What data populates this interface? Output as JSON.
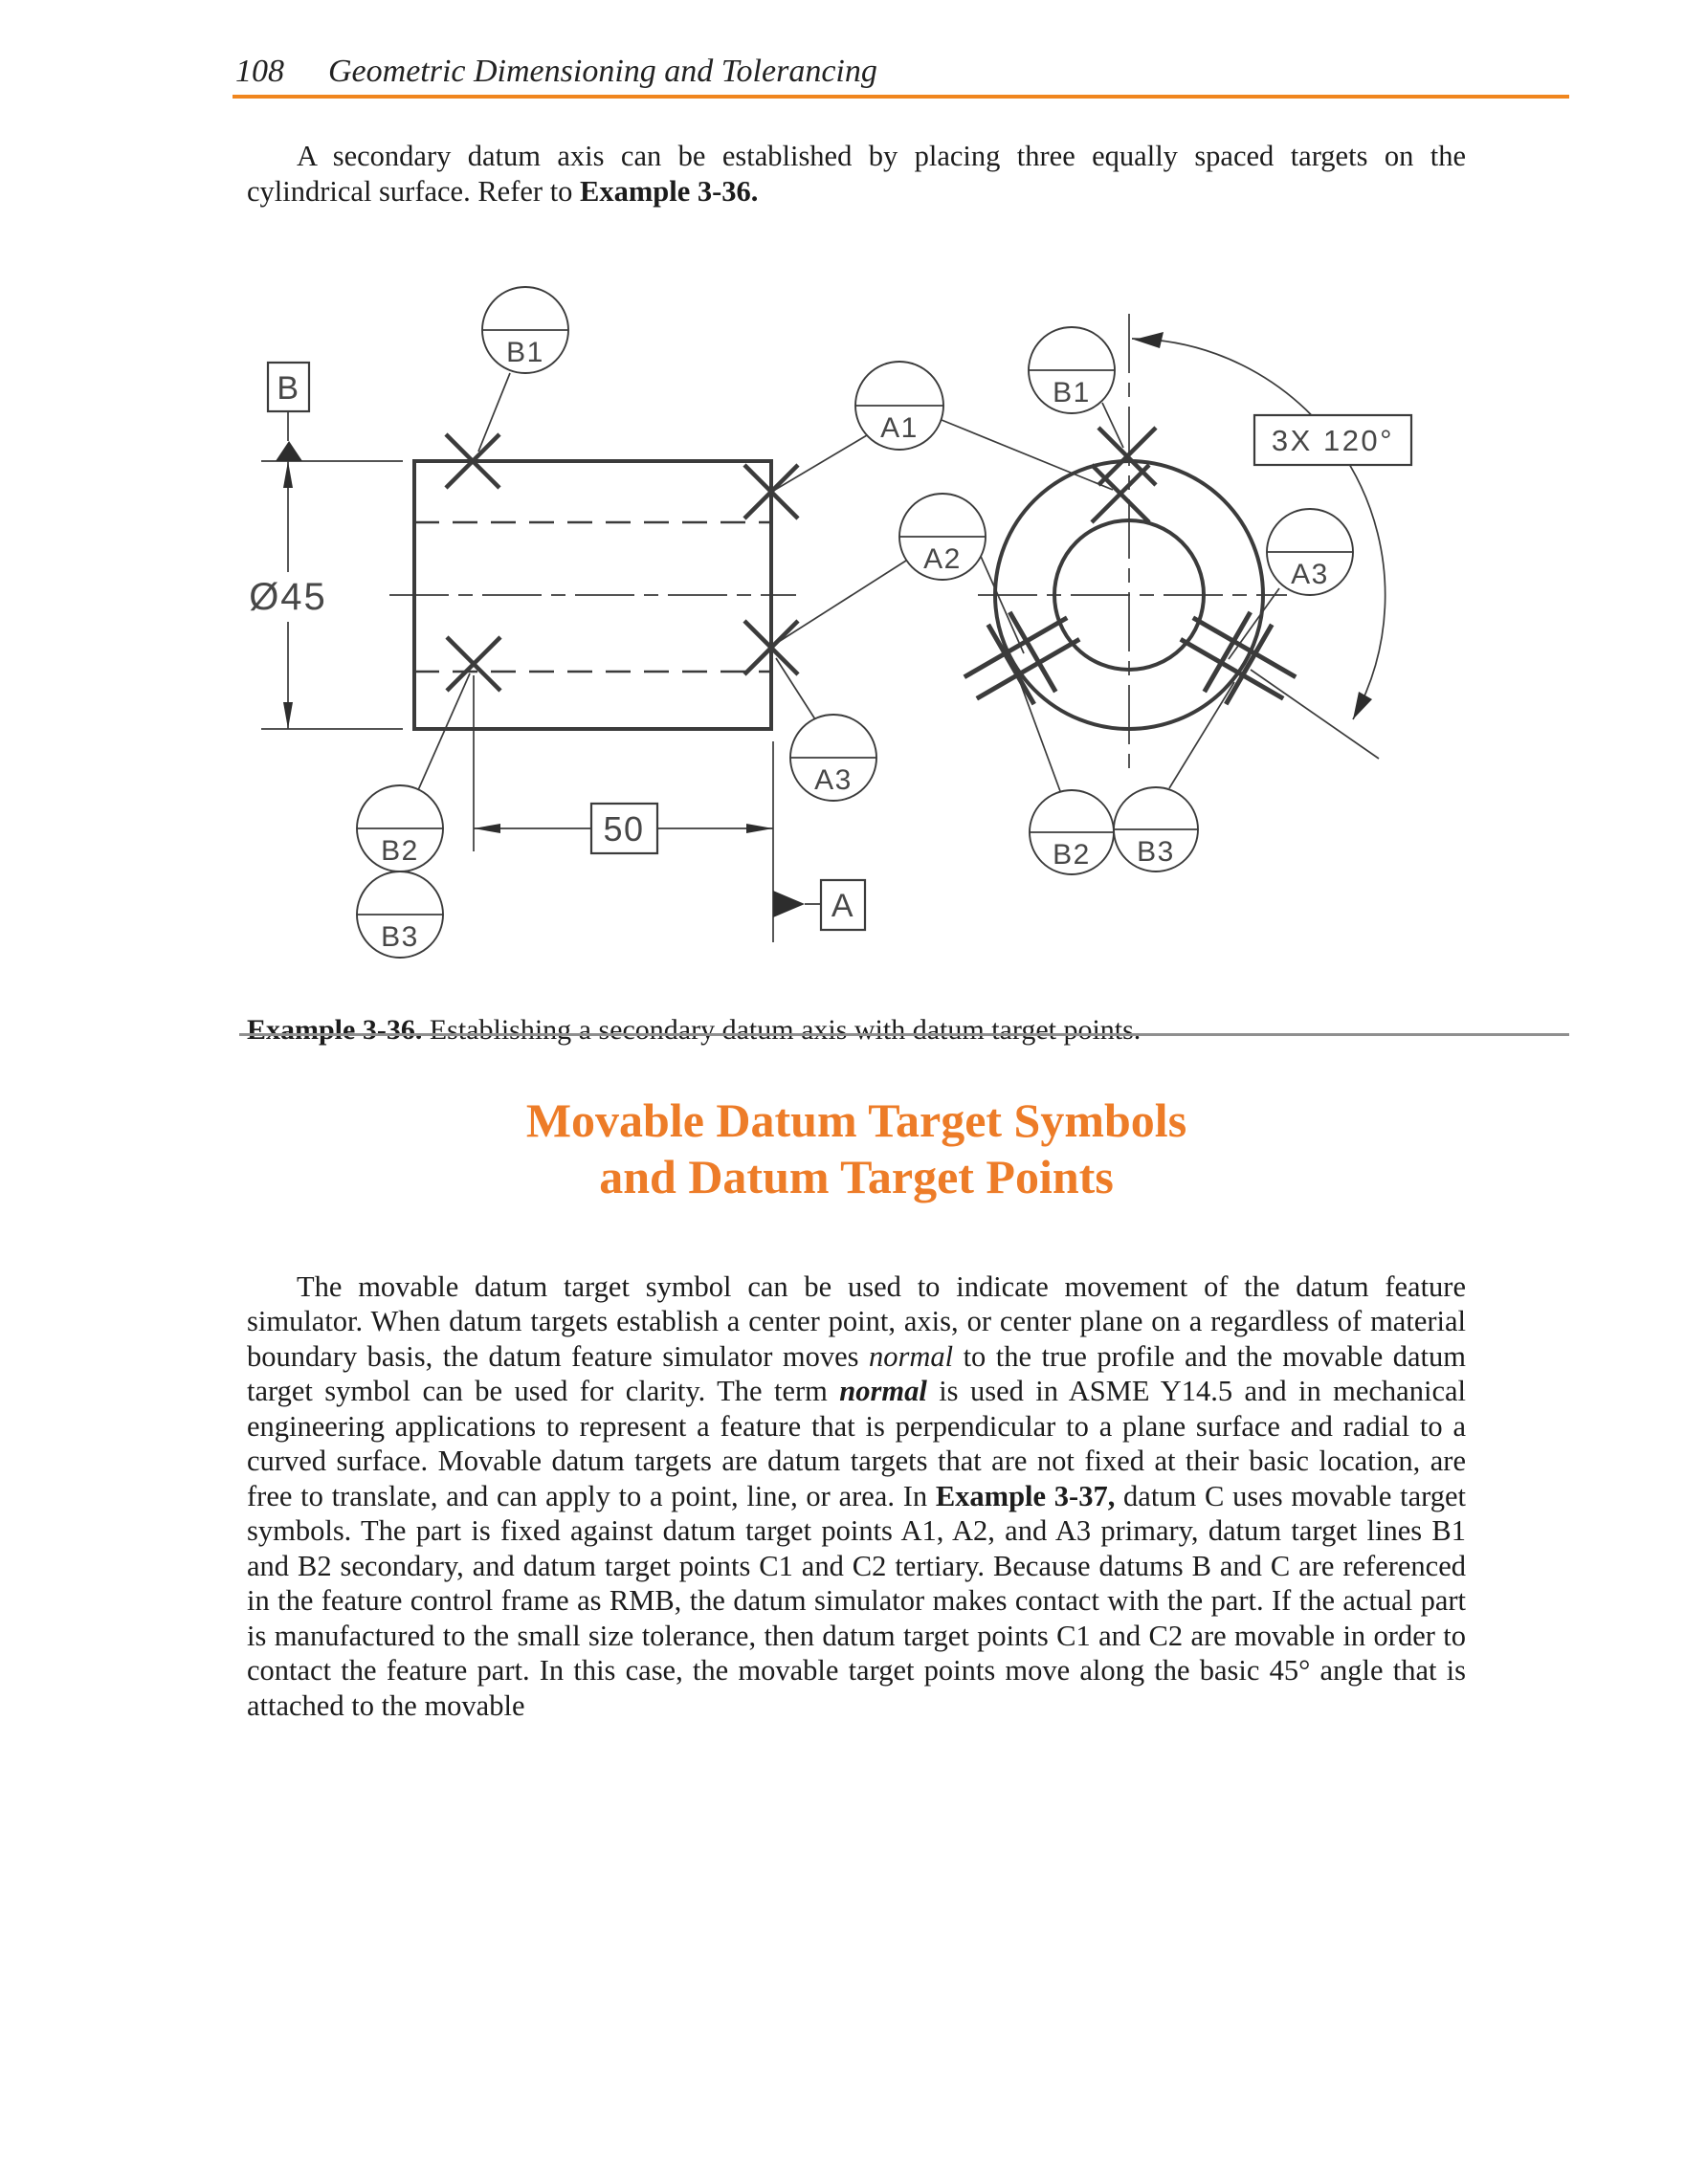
{
  "header": {
    "page_number": "108",
    "book_title": "Geometric Dimensioning and Tolerancing"
  },
  "intro": {
    "text": "A secondary datum axis can be established by placing three equally spaced targets on the cylindrical surface. Refer to ",
    "bold": "Example 3-36."
  },
  "figure": {
    "caption_bold": "Example 3-36.",
    "caption_text": " Establishing a secondary datum axis with datum target points.",
    "labels": {
      "datum_b": "B",
      "datum_a": "A",
      "diameter": "Ø45",
      "width": "50",
      "angle_note": "3X 120°",
      "side_b1": "B1",
      "side_b2": "B2",
      "side_b3": "B3",
      "side_a3": "A3",
      "a1": "A1",
      "a2": "A2",
      "end_b1": "B1",
      "end_b2": "B2",
      "end_b3": "B3",
      "end_a3": "A3"
    }
  },
  "section": {
    "heading_line1": "Movable Datum Target Symbols",
    "heading_line2": "and Datum Target Points",
    "paragraph": [
      {
        "text": "The movable datum target symbol can be used to indicate movement of the datum feature simulator. When datum targets establish a center point, axis, or center plane on a regardless of material boundary basis, the datum feature simulator moves ",
        "style": "r"
      },
      {
        "text": "normal",
        "style": "i"
      },
      {
        "text": " to the true profile and the movable datum target symbol can be used for clarity. The term ",
        "style": "r"
      },
      {
        "text": "normal",
        "style": "bi"
      },
      {
        "text": " is used in ASME Y14.5 and in mechanical engineering applications to represent a feature that is perpendicular to a plane surface and radial to a curved surface. Movable datum targets are datum targets that are not fixed at their basic location, are free to translate, and can apply to a point, line, or area. In ",
        "style": "r"
      },
      {
        "text": "Example 3-37,",
        "style": "b"
      },
      {
        "text": " datum C uses movable target symbols. The part is fixed against datum target points A1, A2, and A3 primary, datum target lines B1 and B2 secondary, and datum target points C1 and C2 tertiary. Because datums B and C are referenced in the feature control frame as RMB, the datum simulator makes contact with the part. If the actual part is manufactured to the small size tolerance, then datum target points C1 and C2 are movable in order to contact the feature part. In this case, the movable target points move along the basic 45° angle that is attached to the movable",
        "style": "r"
      }
    ]
  },
  "colors": {
    "accent_orange": "#ED7C28",
    "rule_orange": "#F0861E",
    "caption_rule_gray": "#8F8F8F",
    "ink": "#1C1C1C",
    "drawing_line": "#3B3B3B"
  }
}
